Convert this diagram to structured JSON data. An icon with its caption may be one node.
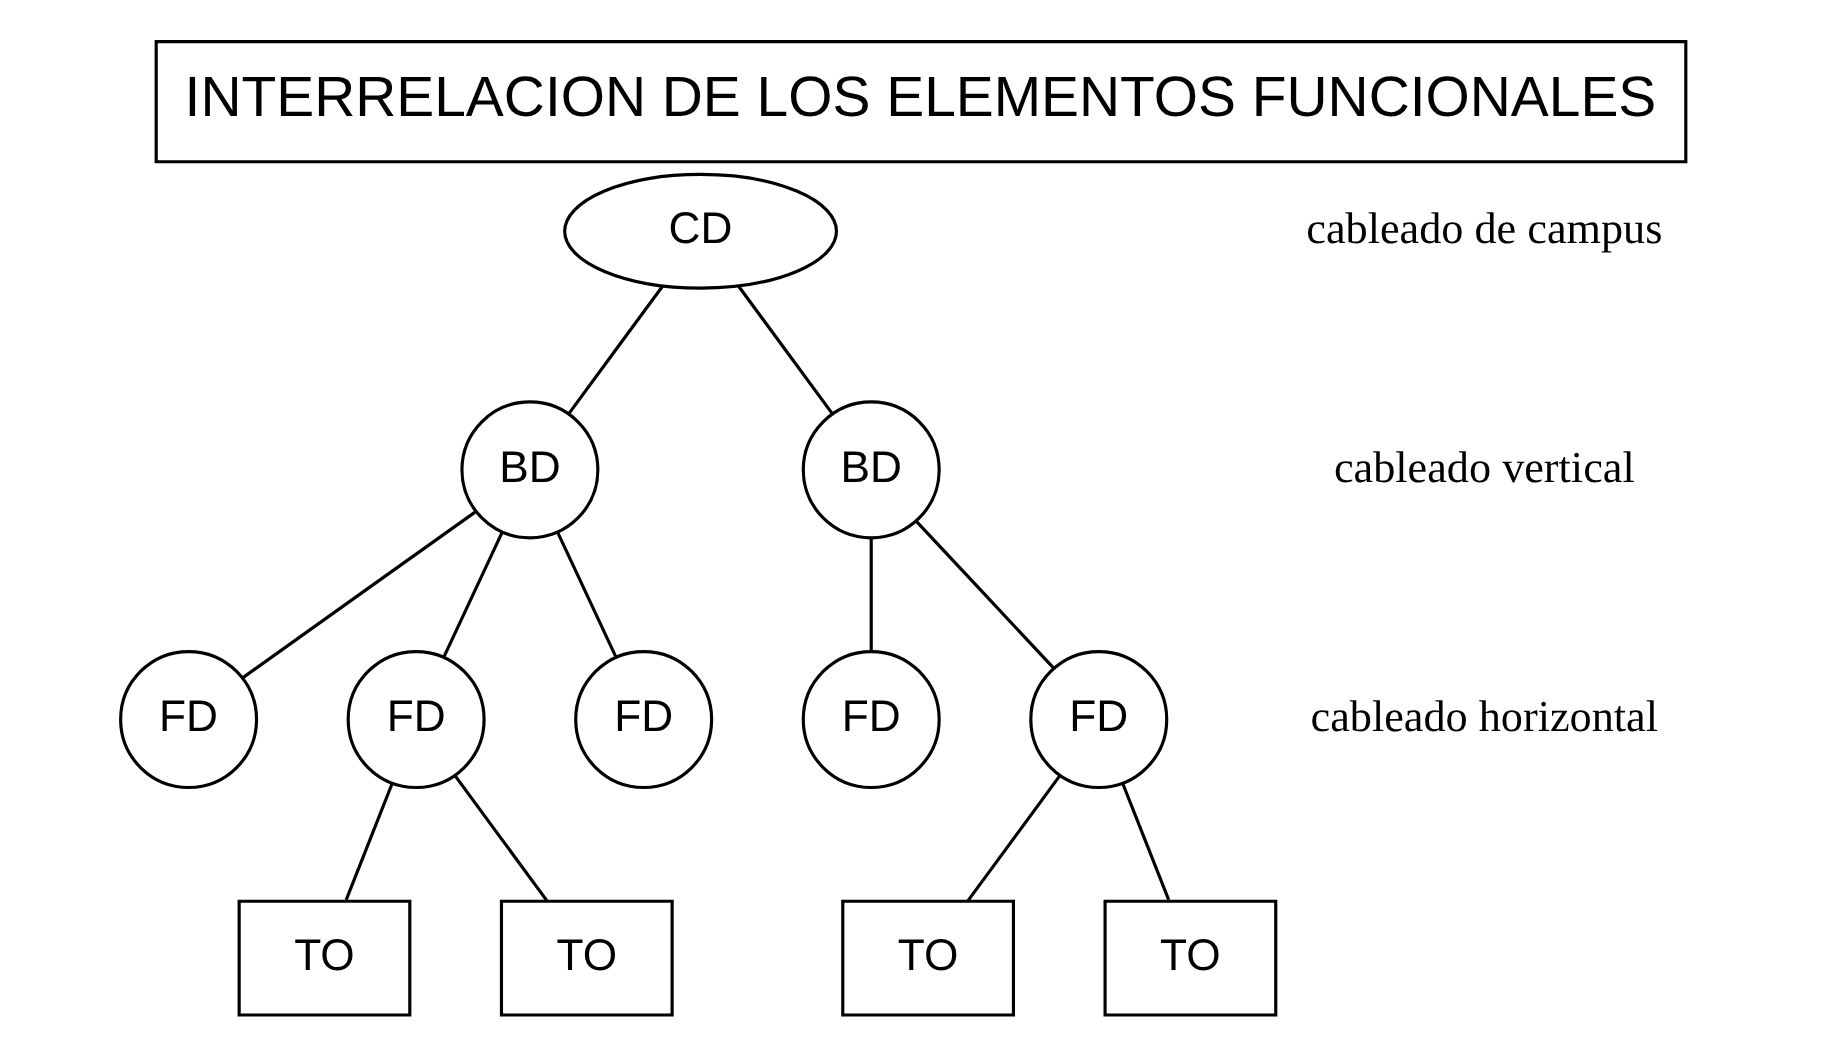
{
  "diagram": {
    "title": "INTERRELACION DE LOS ELEMENTOS FUNCIONALES",
    "nodes": [
      {
        "text": [
          "CD"
        ]
      },
      {
        "text": [
          "BD"
        ]
      },
      {
        "text": [
          "BD"
        ]
      },
      {
        "text": [
          "FD"
        ]
      },
      {
        "text": [
          "FD"
        ]
      },
      {
        "text": [
          "FD"
        ]
      },
      {
        "text": [
          "FD"
        ]
      },
      {
        "text": [
          "FD"
        ]
      },
      {
        "text": [
          "TO"
        ]
      },
      {
        "text": [
          "TO"
        ]
      },
      {
        "text": [
          "TO"
        ]
      },
      {
        "text": [
          "TO"
        ]
      }
    ],
    "edges": [
      {
        "from": 0,
        "to": 1,
        "arrow": "none"
      },
      {
        "from": 0,
        "to": 2,
        "arrow": "none"
      },
      {
        "from": 1,
        "to": 3,
        "arrow": "none"
      },
      {
        "from": 1,
        "to": 4,
        "arrow": "none"
      },
      {
        "from": 1,
        "to": 5,
        "arrow": "none"
      },
      {
        "from": 2,
        "to": 6,
        "arrow": "none"
      },
      {
        "from": 2,
        "to": 7,
        "arrow": "none"
      },
      {
        "from": 4,
        "to": 8,
        "arrow": "none"
      },
      {
        "from": 4,
        "to": 9,
        "arrow": "none"
      },
      {
        "from": 7,
        "to": 10,
        "arrow": "none"
      },
      {
        "from": 7,
        "to": 11,
        "arrow": "none"
      }
    ],
    "labels": [
      "cableado de campus",
      "cableado vertical",
      "cableado horizontal"
    ]
  }
}
